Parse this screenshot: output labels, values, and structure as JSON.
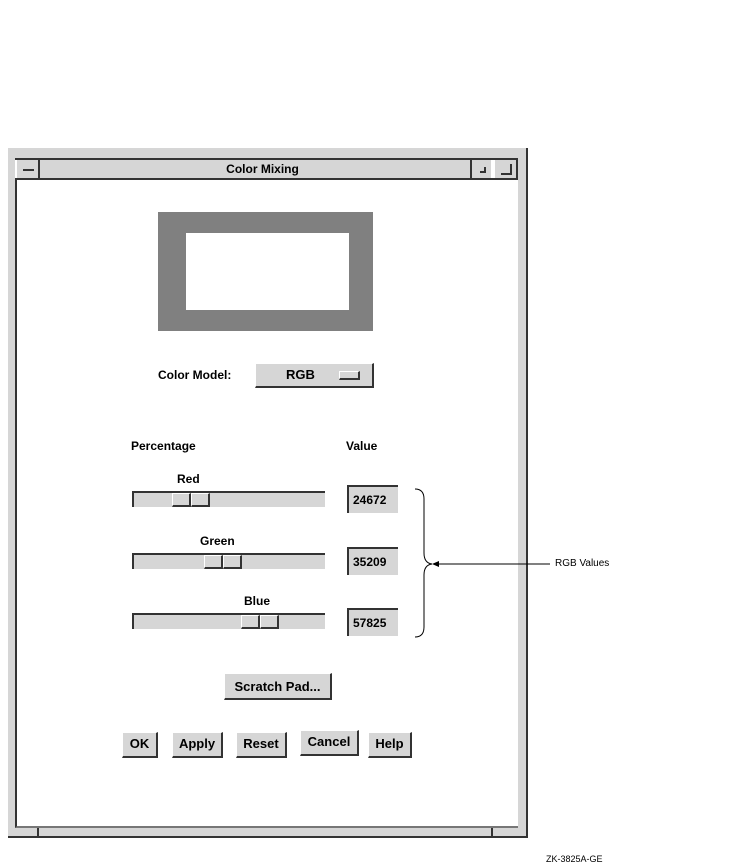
{
  "window": {
    "title": "Color Mixing"
  },
  "color_model": {
    "label": "Color Model:",
    "value": "RGB"
  },
  "headers": {
    "percentage": "Percentage",
    "value": "Value"
  },
  "sliders": [
    {
      "name": "Red",
      "value": "24672",
      "position": 0.25
    },
    {
      "name": "Green",
      "value": "35209",
      "position": 0.46
    },
    {
      "name": "Blue",
      "value": "57825",
      "position": 0.7
    }
  ],
  "scratch_pad": "Scratch Pad...",
  "buttons": {
    "ok": "OK",
    "apply": "Apply",
    "reset": "Reset",
    "cancel": "Cancel",
    "help": "Help"
  },
  "annotation": "RGB Values",
  "figure_id": "ZK-3825A-GE",
  "colors": {
    "frame": "#d6d6d6",
    "preview_border": "#808080"
  }
}
